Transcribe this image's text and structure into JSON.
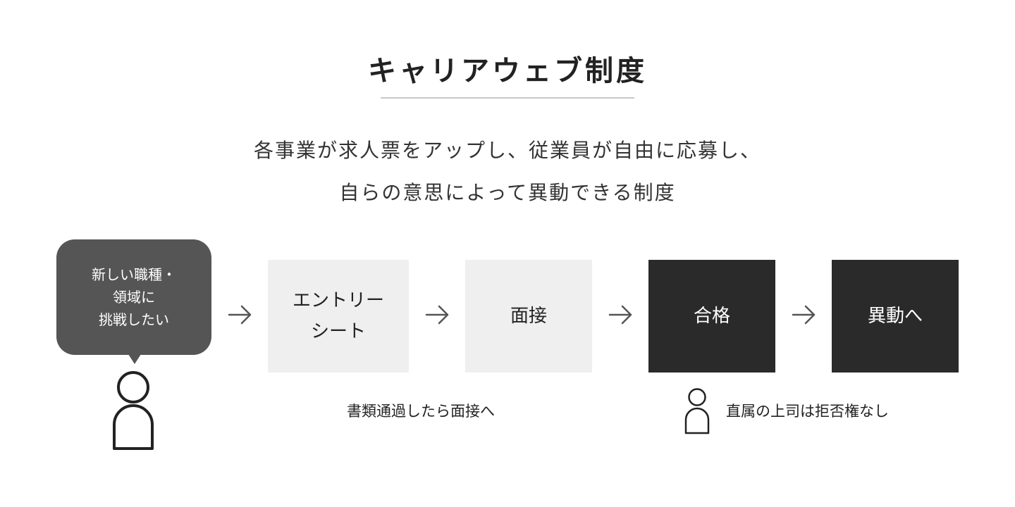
{
  "title": "キャリアウェブ制度",
  "description": {
    "line1": "各事業が求人票をアップし、従業員が自由に応募し、",
    "line2": "自らの意思によって異動できる制度"
  },
  "speech_bubble": {
    "text": "新しい職種・\n領域に\n挑戦したい"
  },
  "steps": [
    {
      "label": "エントリー\nシート",
      "style": "light"
    },
    {
      "label": "面接",
      "style": "light"
    },
    {
      "label": "合格",
      "style": "dark"
    },
    {
      "label": "異動へ",
      "style": "dark"
    }
  ],
  "notes": {
    "screening": "書類通過したら面接へ",
    "no_veto": "直属の上司は拒否権なし"
  },
  "icons": {
    "person": "person-icon",
    "arrow": "arrow-right-icon"
  },
  "colors": {
    "bubble": "#555555",
    "light_step": "#efefef",
    "dark_step": "#2a2a2a",
    "rule": "#c8c8c8"
  }
}
